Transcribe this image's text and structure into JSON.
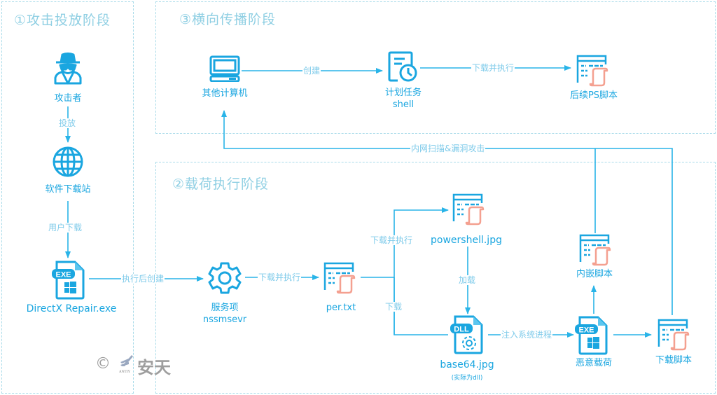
{
  "phases": {
    "delivery": {
      "title": "①攻击投放阶段"
    },
    "lateral": {
      "title": "③横向传播阶段"
    },
    "payload": {
      "title": "②载荷执行阶段"
    }
  },
  "nodes": {
    "attacker": {
      "label": "攻击者",
      "icon": "spy-icon"
    },
    "download_site": {
      "label": "软件下载站",
      "icon": "globe-icon"
    },
    "directx_exe": {
      "label": "DirectX Repair.exe",
      "icon": "exe-file-icon",
      "badge": "EXE"
    },
    "service": {
      "label": "服务项",
      "sub": "nssmsevr",
      "icon": "gear-icon"
    },
    "per_txt": {
      "label": "per.txt",
      "icon": "script-file-icon"
    },
    "powershell_jpg": {
      "label": "powershell.jpg",
      "icon": "script-file-icon"
    },
    "base64_jpg": {
      "label": "base64.jpg",
      "note": "(实际为dll)",
      "icon": "dll-file-icon",
      "badge": "DLL"
    },
    "malicious_payload": {
      "label": "恶意载荷",
      "icon": "exe-file-icon",
      "badge": "EXE"
    },
    "embedded_script": {
      "label": "内嵌脚本",
      "icon": "script-file-icon"
    },
    "download_script": {
      "label": "下载脚本",
      "icon": "script-file-icon"
    },
    "other_computer": {
      "label": "其他计算机",
      "icon": "computer-icon"
    },
    "scheduled_task": {
      "label": "计划任务",
      "sub": "shell",
      "icon": "scheduled-task-icon"
    },
    "followup_ps": {
      "label": "后续PS脚本",
      "icon": "script-file-icon"
    }
  },
  "edges": {
    "deliver": "投放",
    "user_download": "用户下载",
    "create_after_exec": "执行后创建",
    "download_exec_1": "下载并执行",
    "download_exec_2": "下载并执行",
    "download": "下载",
    "load": "加载",
    "inject": "注入系统进程",
    "scan_exploit": "内网扫描&漏洞攻击",
    "create": "创建",
    "download_exec_3": "下载并执行"
  },
  "watermark": {
    "copyright": "©",
    "brand_en": "ANTIY",
    "brand_cn": "安天"
  },
  "colors": {
    "primary": "#1aa6e0",
    "line": "#29b4e8",
    "accent_script": "#f4a090",
    "border": "#a9dbe9",
    "title": "#8fcfe3"
  }
}
